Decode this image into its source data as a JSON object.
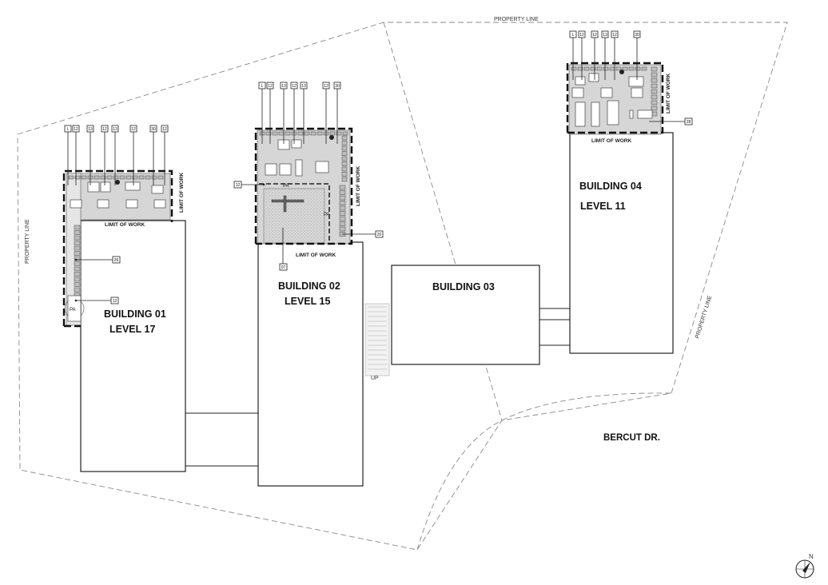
{
  "property_line_label": "PROPERTY LINE",
  "limit_of_work_label": "LIMIT OF WORK",
  "pa_label": "PA",
  "up_label": "UP",
  "north_label": "N",
  "street": {
    "name": "BERCUT DR."
  },
  "buildings": [
    {
      "id": "b01",
      "name": "BUILDING 01",
      "level": "LEVEL 17"
    },
    {
      "id": "b02",
      "name": "BUILDING 02",
      "level": "LEVEL 15"
    },
    {
      "id": "b03",
      "name": "BUILDING 03",
      "level": ""
    },
    {
      "id": "b04",
      "name": "BUILDING 04",
      "level": "LEVEL 11"
    }
  ],
  "keynote_tags": {
    "b01_top": [
      "L",
      "12",
      "13",
      "12",
      "13",
      "12",
      "30",
      "12"
    ],
    "b02_top": [
      "L",
      "12",
      "13",
      "12",
      "13",
      "12",
      "30"
    ],
    "b04_top": [
      "L",
      "12",
      "12",
      "13",
      "12",
      "30"
    ],
    "b01_side": [
      "26",
      "12"
    ],
    "b02_side": [
      "12",
      "20",
      "07"
    ],
    "b04_side": [
      "28"
    ]
  }
}
